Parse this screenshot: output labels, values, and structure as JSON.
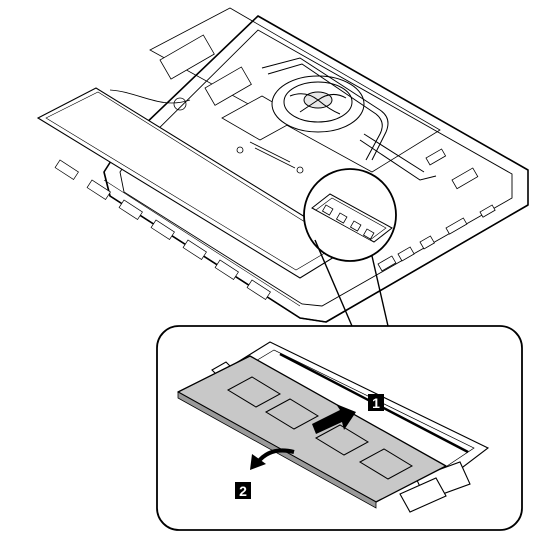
{
  "diagram": {
    "callouts": [
      {
        "label": "1",
        "meaning": "push"
      },
      {
        "label": "2",
        "meaning": "pivot"
      }
    ]
  }
}
